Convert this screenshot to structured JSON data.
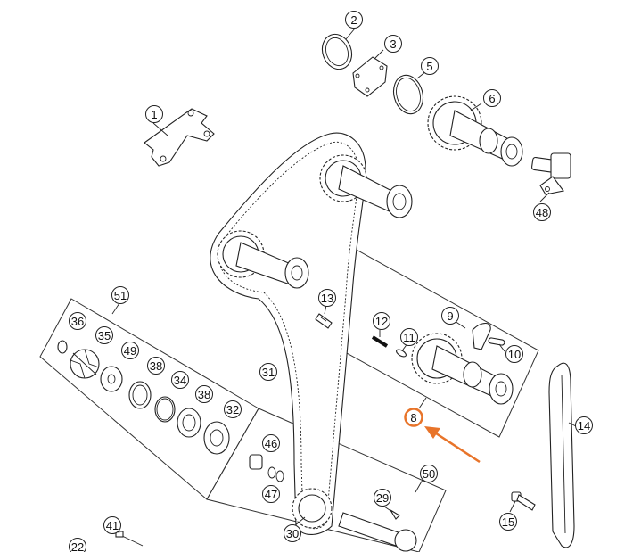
{
  "diagram": {
    "accent_color": "#e8742a",
    "highlighted_part": "8",
    "callouts": [
      "1",
      "2",
      "3",
      "5",
      "6",
      "48",
      "13",
      "12",
      "11",
      "9",
      "10",
      "8",
      "14",
      "51",
      "36",
      "35",
      "49",
      "38",
      "34",
      "38",
      "32",
      "31",
      "46",
      "47",
      "50",
      "29",
      "30",
      "15",
      "41",
      "22"
    ]
  }
}
